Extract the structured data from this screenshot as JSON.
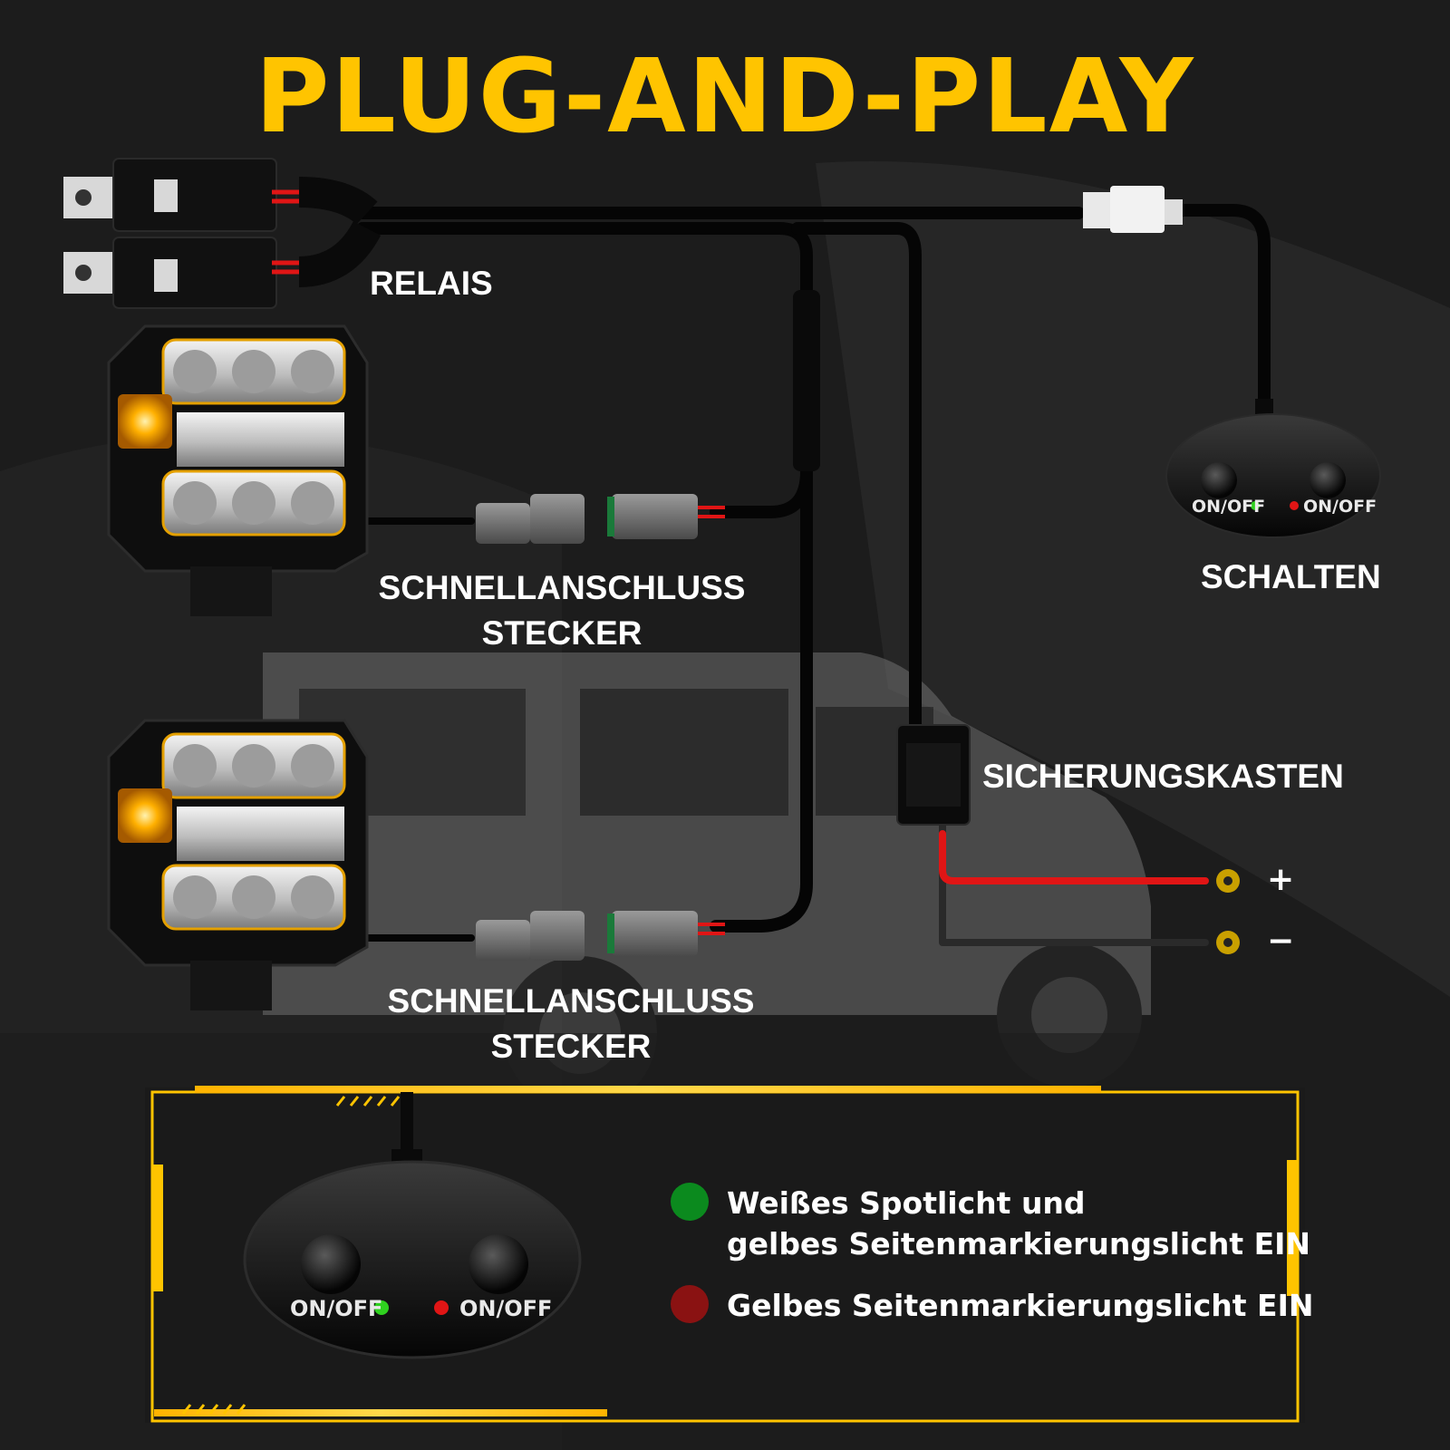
{
  "title": "PLUG-AND-PLAY",
  "labels": {
    "relay": "RELAIS",
    "connector_top": [
      "SCHNELLANSCHLUSS",
      "STECKER"
    ],
    "connector_bottom": [
      "SCHNELLANSCHLUSS",
      "STECKER"
    ],
    "switch": "SCHALTEN",
    "fusebox": "SICHERUNGSKASTEN"
  },
  "terminals": {
    "positive": "+",
    "negative": "−"
  },
  "switch_buttons": {
    "left": "ON/OFF",
    "right": "ON/OFF"
  },
  "legend": [
    {
      "color": "#0b8a1e",
      "lines": [
        "Weißes Spotlicht und",
        "gelbes Seitenmarkierungslicht EIN"
      ]
    },
    {
      "color": "#8a1212",
      "lines": [
        "Gelbes Seitenmarkierungslicht EIN"
      ]
    }
  ],
  "colors": {
    "accent": "#ffc400",
    "wire_red": "#e01515",
    "indicator_green": "#2fd11f",
    "indicator_red": "#e01515"
  }
}
